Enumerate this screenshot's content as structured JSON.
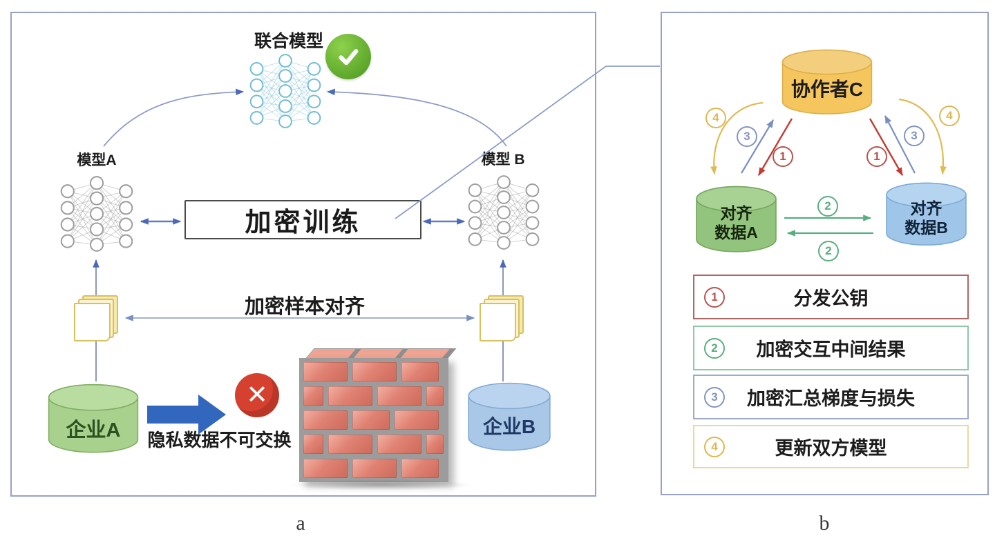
{
  "figure": {
    "left_label": "a",
    "right_label": "b"
  },
  "left": {
    "joint_model_label": "联合模型",
    "model_a_label": "模型A",
    "model_b_label": "模型 B",
    "encrypted_training": "加密训练",
    "sample_alignment": "加密样本对齐",
    "enterprise_a": "企业A",
    "enterprise_b": "企业B",
    "privacy_text": "隐私数据不可交换"
  },
  "right": {
    "collaborator_c": "协作者C",
    "data_a": {
      "line1": "对齐",
      "line2": "数据A"
    },
    "data_b": {
      "line1": "对齐",
      "line2": "数据B"
    },
    "steps": {
      "one": "1",
      "two": "2",
      "three": "3",
      "four": "4"
    },
    "legend": [
      {
        "num": "1",
        "label": "分发公钥"
      },
      {
        "num": "2",
        "label": "加密交互中间结果"
      },
      {
        "num": "3",
        "label": "加密汇总梯度与损失"
      },
      {
        "num": "4",
        "label": "更新双方模型"
      }
    ]
  },
  "colors": {
    "panel_border": "#97A0CA",
    "thick_arrow_blue": "#3168BD",
    "check_green": "#5EA82B",
    "cross_red": "#D6402E",
    "enterprise_a_fill": "#A9D18E",
    "enterprise_b_fill": "#A9C7E7",
    "collaborator_fill": "#F6C65E",
    "aligned_a_fill": "#93C47D",
    "aligned_b_fill": "#9FC5E8",
    "step1_red": "#B5544D",
    "step2_green": "#58AE7E",
    "step3_blue": "#8295BF",
    "step4_yellow": "#DDB84E"
  }
}
